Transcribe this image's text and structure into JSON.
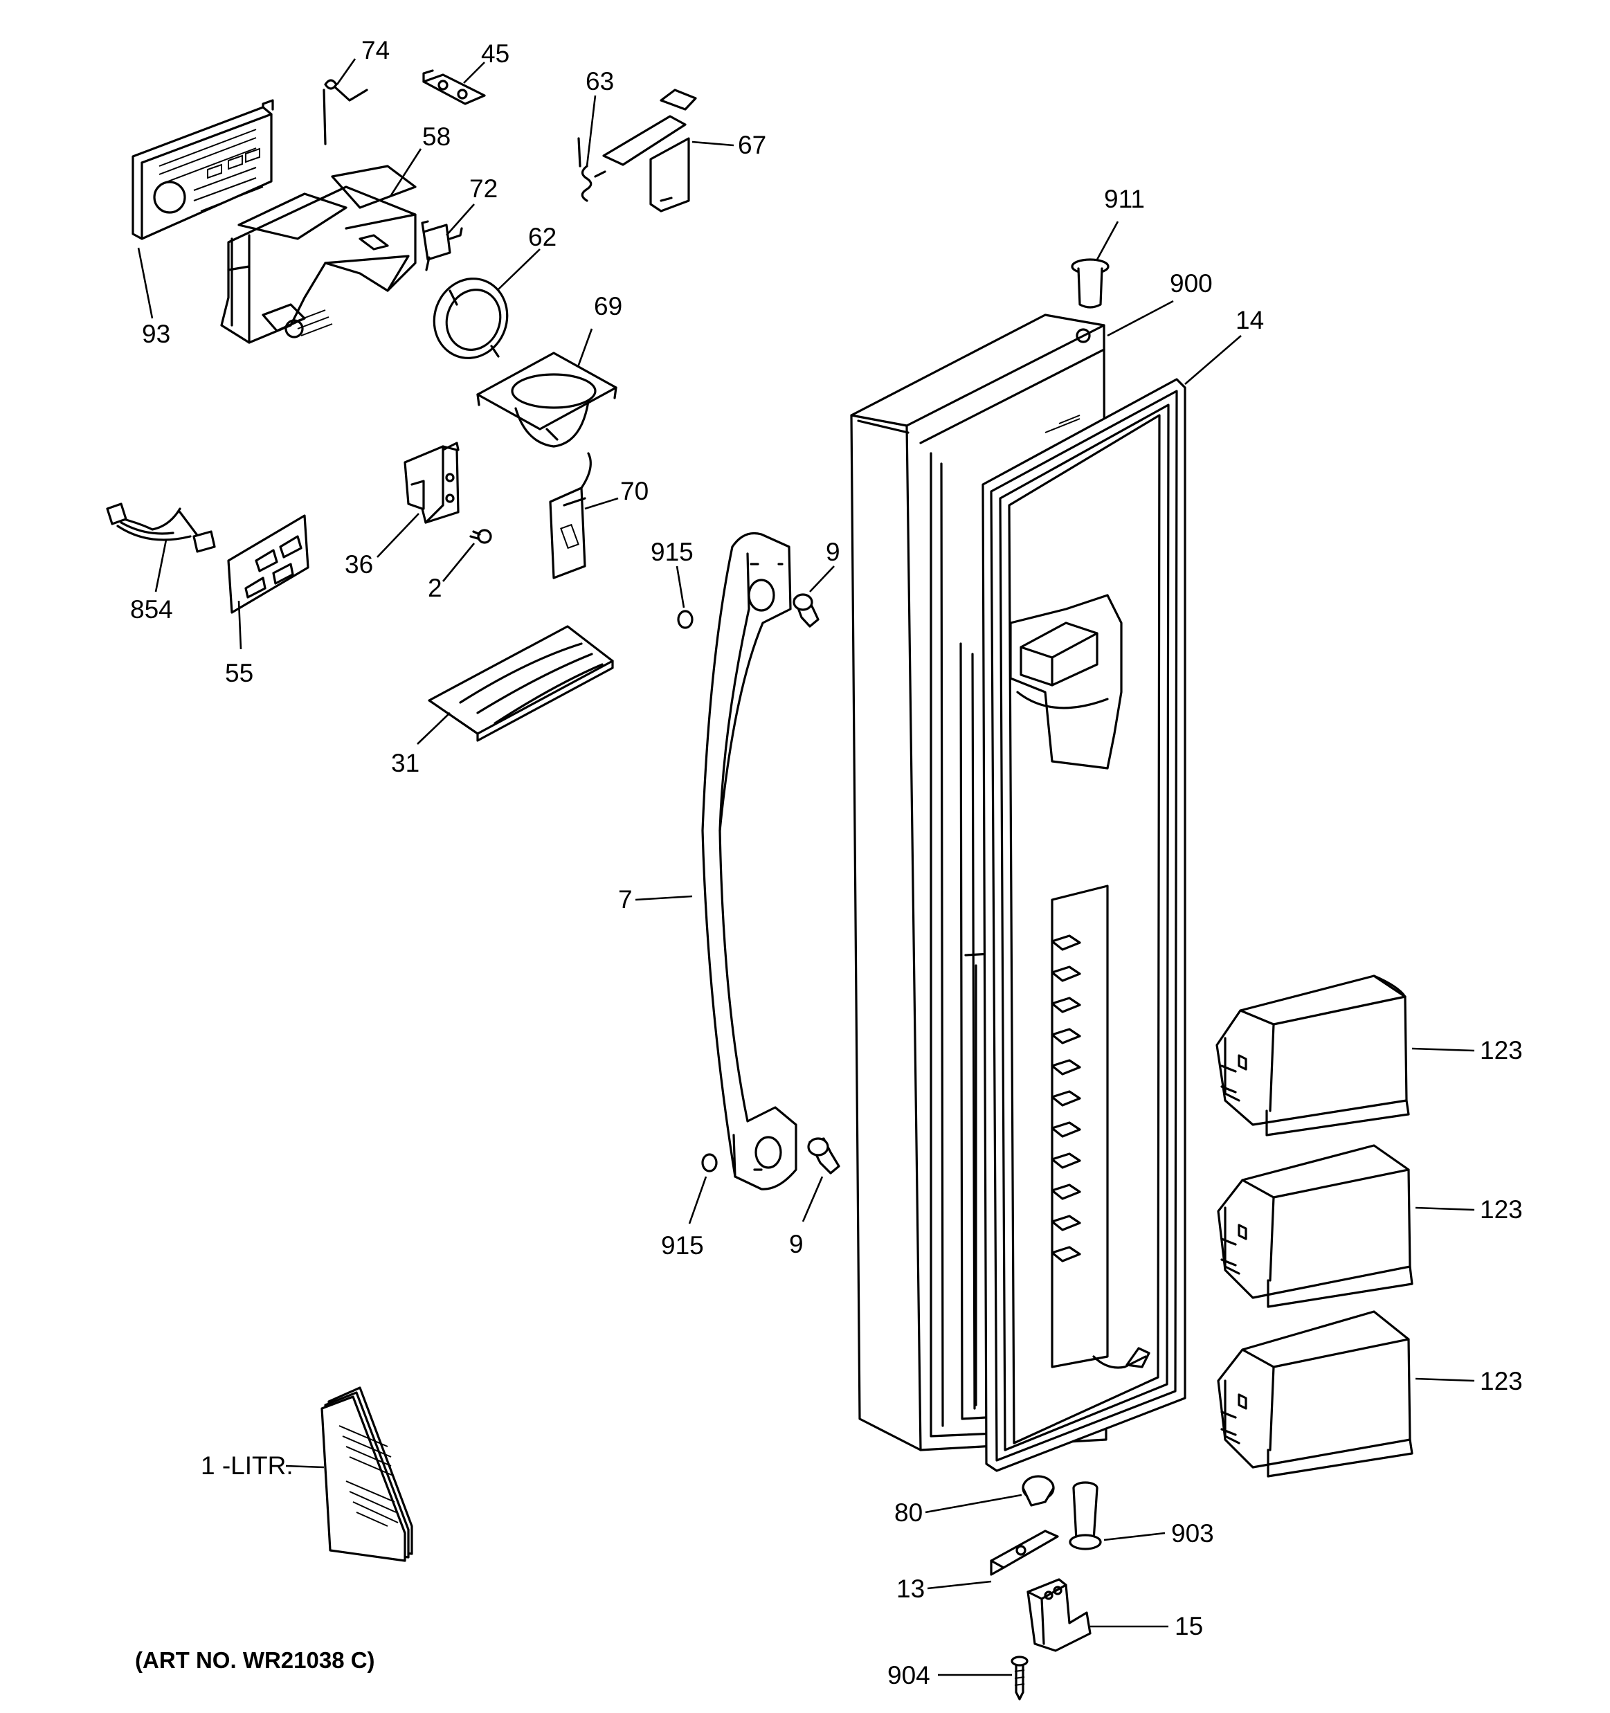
{
  "figure": {
    "art_number": "(ART NO. WR21038 C)"
  },
  "callouts": {
    "c74": "74",
    "c45": "45",
    "c63": "63",
    "c67": "67",
    "c58": "58",
    "c72": "72",
    "c62": "62",
    "c93": "93",
    "c69": "69",
    "c911": "911",
    "c900": "900",
    "c14": "14",
    "c70": "70",
    "c854": "854",
    "c36": "36",
    "c2": "2",
    "c915a": "915",
    "c9a": "9",
    "c55": "55",
    "c31": "31",
    "c7": "7",
    "c123a": "123",
    "c123b": "123",
    "c123c": "123",
    "c915b": "915",
    "c9b": "9",
    "c1litr": "1 -LITR.",
    "c80": "80",
    "c903": "903",
    "c13": "13",
    "c15": "15",
    "c904": "904"
  }
}
